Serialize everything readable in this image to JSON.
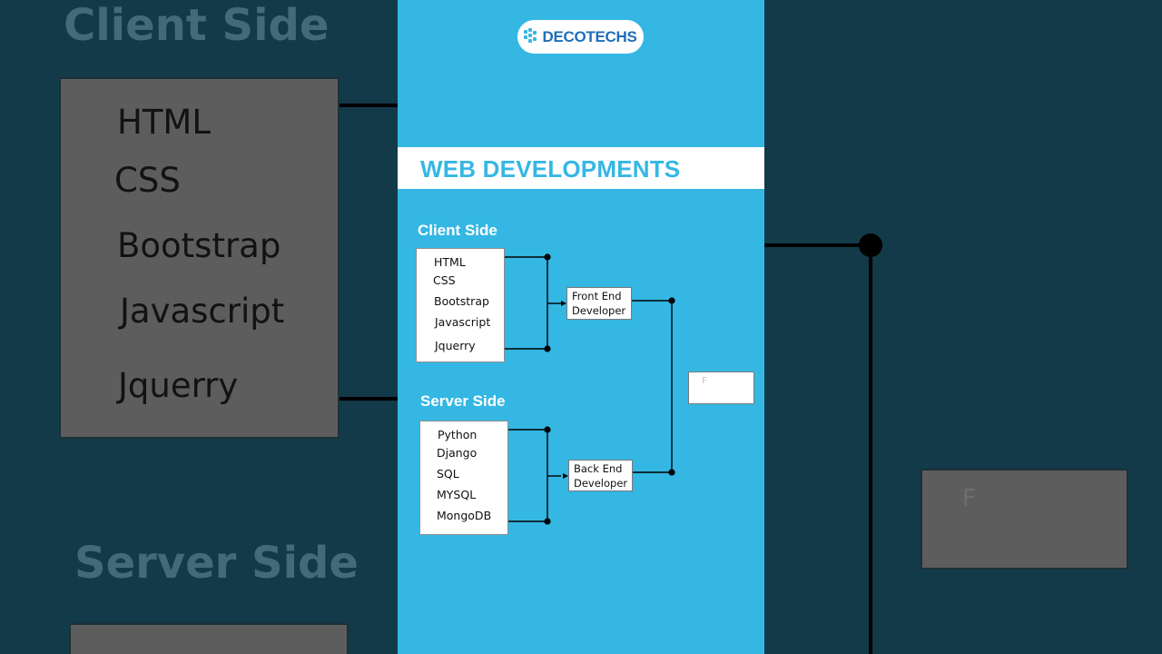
{
  "brand": {
    "name": "DECOTECHS",
    "color_primary": "#1e6fb8",
    "color_accent": "#35b7e4"
  },
  "banner": {
    "title": "WEB DEVELOPMENTS"
  },
  "client_side": {
    "title": "Client Side",
    "items": [
      "HTML",
      "CSS",
      "Bootstrap",
      "Javascript",
      "Jquerry"
    ]
  },
  "server_side": {
    "title": "Server Side",
    "items": [
      "Python",
      "Django",
      "SQL",
      "MYSQL",
      "MongoDB"
    ]
  },
  "roles": {
    "front_end": {
      "line1": "Front End",
      "line2": "Developer"
    },
    "back_end": {
      "line1": "Back End",
      "line2": "Developer"
    }
  },
  "final_role": {
    "partial_text": "F"
  },
  "background_zoom": {
    "client_title": "Client Side",
    "client_items": [
      "HTML",
      "CSS",
      "Bootstrap",
      "Javascript",
      "Jquerry"
    ],
    "server_title": "Server Side",
    "final_glyph": "F"
  },
  "colors": {
    "background": "#133a48",
    "card": "#35b7e4",
    "box": "#ffffff",
    "line": "#000000"
  }
}
